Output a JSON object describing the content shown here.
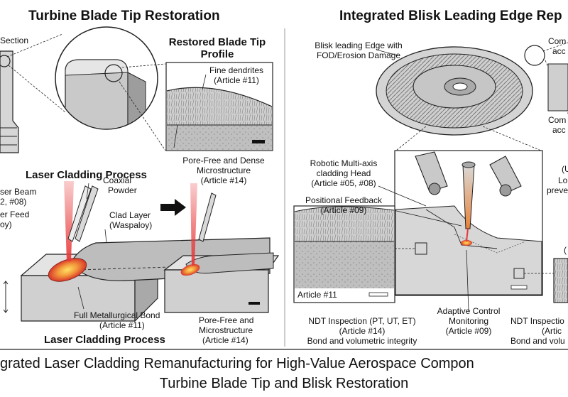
{
  "left": {
    "title": "Turbine Blade Tip Restoration",
    "section_label": "Section",
    "restored_title_1": "Restored Blade Tip",
    "restored_title_2": "Profile",
    "fine_dendrites_1": "Fine dendrites",
    "fine_dendrites_2": "(Article #11)",
    "pore_free_1": "Pore-Free and Dense",
    "pore_free_2": "Microstructure",
    "pore_free_3": "(Article #14)",
    "process_title": "Laser Cladding Process",
    "laser_beam_1": "ser Beam",
    "laser_beam_2": "2, #08)",
    "coaxial_1": "Coaxial",
    "coaxial_2": "Powder",
    "powder_feed_1": "er Feed",
    "powder_feed_2": "oy)",
    "clad_layer_1": "Clad Layer",
    "clad_layer_2": "(Waspaloy)",
    "bond_1": "Full Metallurgical Bond",
    "bond_2": "(Article #11)",
    "pore_free_small_1": "Pore-Free and",
    "pore_free_small_2": "Microstructure",
    "pore_free_small_3": "(Article #14)",
    "process_caption": "Laser Cladding Process"
  },
  "right": {
    "title": "Integrated Blisk Leading Edge Rep",
    "blisk_label_1": "Blisk leading Edge with",
    "blisk_label_2": "FOD/Erosion Damage",
    "comp_top_1": "Com",
    "comp_top_2": "acc",
    "comp_mid_1": "Com",
    "comp_mid_2": "acc",
    "robotic_1": "Robotic Multi-axis",
    "robotic_2": "cladding Head",
    "robotic_3": "(Article #05, #08)",
    "positional_1": "Positional Feedback",
    "positional_2": "(Article #09)",
    "right_edge_1": "(U",
    "right_edge_2": "Lo",
    "right_edge_3": "preve",
    "right_edge_4": "(",
    "article11": "Article #11",
    "ndt_left_1": "NDT Inspection (PT, UT, ET)",
    "ndt_left_2": "(Article #14)",
    "ndt_left_3": "Bond and volumetric integrity",
    "adaptive_1": "Adaptive Control",
    "adaptive_2": "Monitoring",
    "adaptive_3": "(Article #09)",
    "ndt_right_1": "NDT Inspectio",
    "ndt_right_2": "(Artic",
    "ndt_right_3": "Bond and volu"
  },
  "footer": {
    "line1": "grated Laser Cladding Remanufacturing for High-Value Aerospace Compon",
    "line2": "Turbine Blade Tip and Blisk Restoration"
  },
  "colors": {
    "metal_light": "#e4e4e4",
    "metal_mid": "#bdbdbd",
    "metal_dark": "#8c8c8c",
    "laser": "#e8393a",
    "melt_pool": "#f39a3c",
    "hot_core": "#ffe066"
  }
}
